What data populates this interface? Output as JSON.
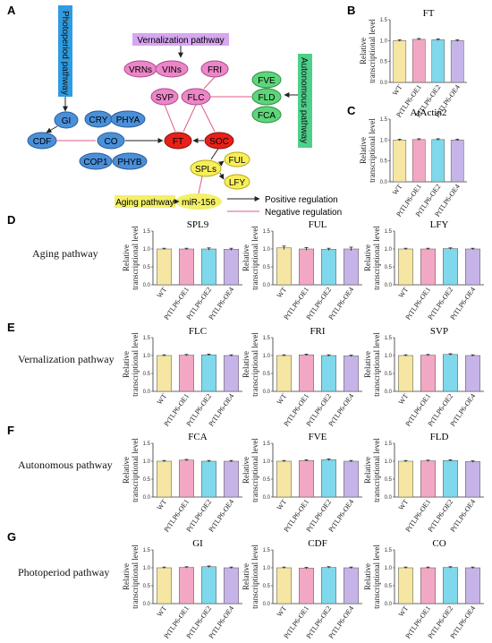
{
  "panel_labels": {
    "A": "A",
    "B": "B",
    "C": "C",
    "D": "D",
    "E": "E",
    "F": "F",
    "G": "G"
  },
  "diagram": {
    "photoperiod_pathway": "Photoperiod pathway",
    "vernalization_pathway": "Vernalization pathway",
    "autonomous_pathway": "Autonomous pathway",
    "aging_pathway": "Aging pathway",
    "nodes": {
      "GI": "GI",
      "CDF": "CDF",
      "CRY": "CRY",
      "PHYA": "PHYA",
      "CO": "CO",
      "COP1": "COP1",
      "PHYB": "PHYB",
      "VRNs": "VRNs",
      "VINs": "VINs",
      "FRI": "FRI",
      "SVP": "SVP",
      "FLC": "FLC",
      "FVE": "FVE",
      "FLD": "FLD",
      "FCA": "FCA",
      "FT": "FT",
      "SOC": "SOC",
      "SPLs": "SPLs",
      "FUL": "FUL",
      "LFY": "LFY",
      "miR156": "miR-156"
    },
    "legend": {
      "positive": "Positive regulation",
      "negative": "Negative regulation"
    },
    "colors": {
      "positive": "#222222",
      "negative": "#e05a8a",
      "nodeBlue": "#4a90d9",
      "nodePink": "#ec86c8",
      "nodeGreen": "#5dd57a",
      "nodeRed": "#e8201a",
      "nodeYellow": "#f7ef5a",
      "banner": "#d6a6f0"
    }
  },
  "row_labels": {
    "D": "Aging pathway",
    "E": "Vernalization pathway",
    "F": "Autonomous pathway",
    "G": "Photoperiod pathway"
  },
  "chart_common": {
    "ylabel_line1": "Relative",
    "ylabel_line2": "transcriptional level",
    "yticks": [
      "0.0",
      "0.5",
      "1.0",
      "1.5"
    ],
    "categories": [
      "WT",
      "PtTLP6-OE1",
      "PtTLP6-OE2",
      "PtTLP6-OE4"
    ],
    "bar_colors": [
      "#f5e6a3",
      "#f2a8c4",
      "#7fd8ec",
      "#c6b4e8"
    ],
    "ylim": [
      0,
      1.5
    ]
  },
  "chart_data": [
    {
      "type": "bar",
      "title": "FT",
      "values": [
        1.0,
        1.03,
        1.02,
        1.0
      ],
      "errors": [
        0.02,
        0.02,
        0.02,
        0.02
      ]
    },
    {
      "type": "bar",
      "title": "AtActin2",
      "values": [
        1.0,
        1.01,
        1.01,
        1.0
      ],
      "errors": [
        0.02,
        0.02,
        0.02,
        0.02
      ]
    },
    {
      "type": "bar",
      "title": "SPL9",
      "values": [
        1.0,
        1.0,
        1.0,
        0.99
      ],
      "errors": [
        0.02,
        0.02,
        0.03,
        0.03
      ]
    },
    {
      "type": "bar",
      "title": "FUL",
      "values": [
        1.03,
        1.0,
        0.99,
        1.0
      ],
      "errors": [
        0.05,
        0.04,
        0.03,
        0.05
      ]
    },
    {
      "type": "bar",
      "title": "LFY",
      "values": [
        1.0,
        1.0,
        1.01,
        1.0
      ],
      "errors": [
        0.02,
        0.02,
        0.02,
        0.02
      ]
    },
    {
      "type": "bar",
      "title": "FLC",
      "values": [
        1.0,
        1.01,
        1.02,
        1.0
      ],
      "errors": [
        0.02,
        0.02,
        0.02,
        0.02
      ]
    },
    {
      "type": "bar",
      "title": "FRI",
      "values": [
        1.0,
        1.02,
        1.0,
        0.99
      ],
      "errors": [
        0.02,
        0.02,
        0.02,
        0.02
      ]
    },
    {
      "type": "bar",
      "title": "SVP",
      "values": [
        1.0,
        1.01,
        1.03,
        1.0
      ],
      "errors": [
        0.02,
        0.02,
        0.02,
        0.02
      ]
    },
    {
      "type": "bar",
      "title": "FCA",
      "values": [
        1.0,
        1.03,
        1.0,
        1.0
      ],
      "errors": [
        0.02,
        0.02,
        0.02,
        0.02
      ]
    },
    {
      "type": "bar",
      "title": "FVE",
      "values": [
        1.0,
        1.02,
        1.04,
        1.0
      ],
      "errors": [
        0.02,
        0.02,
        0.02,
        0.02
      ]
    },
    {
      "type": "bar",
      "title": "FLD",
      "values": [
        1.0,
        1.01,
        1.02,
        0.99
      ],
      "errors": [
        0.02,
        0.02,
        0.02,
        0.02
      ]
    },
    {
      "type": "bar",
      "title": "GI",
      "values": [
        1.0,
        1.01,
        1.03,
        1.0
      ],
      "errors": [
        0.02,
        0.02,
        0.02,
        0.02
      ]
    },
    {
      "type": "bar",
      "title": "CDF",
      "values": [
        1.0,
        0.99,
        1.01,
        1.0
      ],
      "errors": [
        0.02,
        0.02,
        0.02,
        0.02
      ]
    },
    {
      "type": "bar",
      "title": "CO",
      "values": [
        1.0,
        1.0,
        1.01,
        1.0
      ],
      "errors": [
        0.02,
        0.02,
        0.02,
        0.02
      ]
    }
  ]
}
